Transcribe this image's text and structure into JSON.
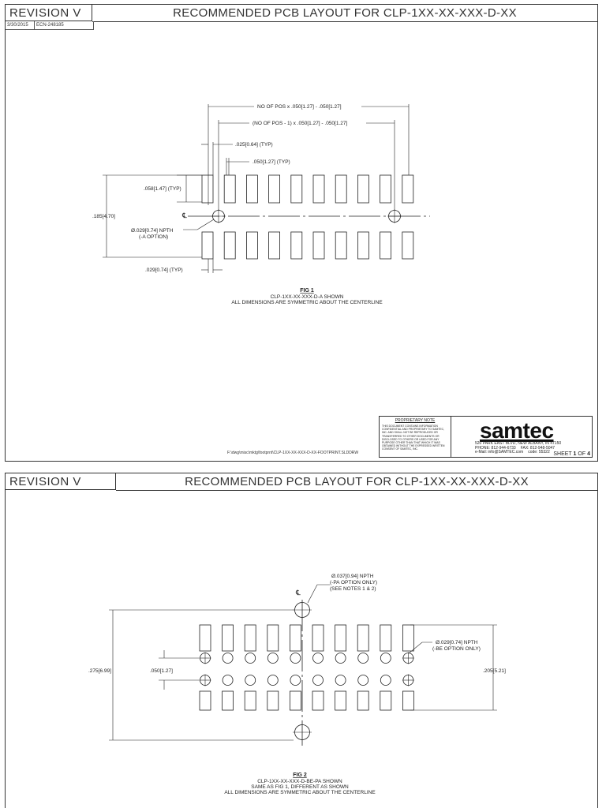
{
  "sheet1": {
    "revision": "REVISION V",
    "title": "RECOMMENDED PCB LAYOUT FOR CLP-1XX-XX-XXX-D-XX",
    "ecn_date": "3/30/2015",
    "ecn_number": "ECN-248185",
    "dims": {
      "no_of_pos": "NO OF POS x .050[1.27] - .050[1.27]",
      "no_of_pos_minus": "(NO OF POS - 1) x .050[1.27] - .050[1.27]",
      "pad_width": ".025[0.64] (TYP)",
      "pitch": ".050[1.27] (TYP)",
      "pad_length": ".058[1.47] (TYP)",
      "overall": ".185[4.70]",
      "npth_line1": "Ø.029[0.74] NPTH",
      "npth_line2": "(-A OPTION)",
      "gap": ".029[0.74] (TYP)",
      "centerline": "℄"
    },
    "fig_title": "FIG 1",
    "fig_caption1": "CLP-1XX-XX-XXX-D-A SHOWN",
    "fig_caption2": "ALL DIMENSIONS ARE SYMMETRIC ABOUT THE CENTERLINE",
    "proprietary_title": "PROPRIETARY NOTE",
    "proprietary_text": "THIS DOCUMENT CONTAINS INFORMATION CONFIDENTIAL AND PROPRIETARY TO SAMTEC, INC. AND SHALL NOT BE REPRODUCED OR TRANSFERRED TO OTHER DOCUMENTS OR DISCLOSED TO OTHERS OR USED FOR ANY PURPOSE OTHER THAN THAT WHICH IT WAS OBTAINED WITHOUT THE EXPRESSED WRITTEN CONSENT OF SAMTEC, INC.",
    "logo": "samtec",
    "address": "520 PARK EAST BLVD, NEW ALBANY, IN 47150",
    "phone": "PHONE: 812-944-6733",
    "fax": "FAX: 812-948-5047",
    "email": "e-Mail: info@SAMTEC.com",
    "code": "code: 55322",
    "sheet_label": "SHEET",
    "sheet_num": "1",
    "sheet_of": "OF",
    "sheet_total": "4",
    "file_path": "F:\\dwg\\misc\\mktg\\footprnt\\CLP-1XX-XX-XXX-D-XX-FOOTPRINT.SLDDRW"
  },
  "sheet2": {
    "revision": "REVISION V",
    "title": "RECOMMENDED PCB LAYOUT FOR CLP-1XX-XX-XXX-D-XX",
    "dims": {
      "npth_pa_1": "Ø.037[0.94] NPTH",
      "npth_pa_2": "(-PA OPTION ONLY)",
      "npth_pa_3": "(SEE NOTES 1 & 2)",
      "npth_be_1": "Ø.029[0.74] NPTH",
      "npth_be_2": "(-BE OPTION ONLY)",
      "overall": ".275[6.99]",
      "pitch": ".050[1.27]",
      "right_dim": ".205[5.21]",
      "centerline": "℄"
    },
    "fig_title": "FIG 2",
    "fig_caption1": "CLP-1XX-XX-XXX-D-BE-PA SHOWN",
    "fig_caption2": "SAME AS FIG 1, DIFFERENT AS SHOWN",
    "fig_caption3": "ALL DIMENSIONS ARE SYMMETRIC ABOUT THE CENTERLINE"
  }
}
